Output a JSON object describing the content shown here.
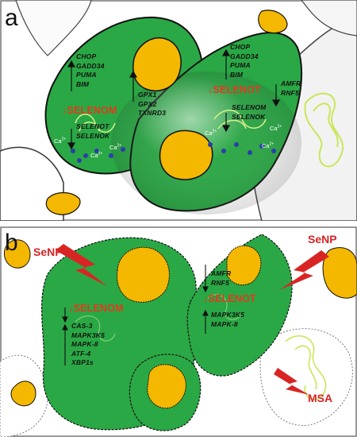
{
  "panel_a": {
    "letter": "a",
    "cell1": {
      "up_genes": [
        "CHOP",
        "GADD34",
        "PUMA",
        "BIM"
      ],
      "selen_label": "SELENOM",
      "down_genes": [
        "SELENOT",
        "SELENOK"
      ],
      "ca_labels": [
        "Ca2+",
        "Ca2+",
        "Ca2+"
      ]
    },
    "middle_genes": [
      "GPX1",
      "GPX2",
      "TXNRD3"
    ],
    "cell2": {
      "up_genes": [
        "CHOP",
        "GADD34",
        "PUMA",
        "BIM"
      ],
      "selen_label": "SELENOT",
      "side_genes": [
        "AMFR",
        "RNF5"
      ],
      "down_genes": [
        "SELENOM",
        "SELENOK"
      ],
      "ca_labels": [
        "Ca2+",
        "Ca2+",
        "Ca2+"
      ]
    }
  },
  "panel_b": {
    "letter": "b",
    "agent_left": "SeNP",
    "agent_right": "SeNP",
    "agent_bottom": "MSA",
    "cell1": {
      "selen_label": "SELENOM",
      "up_genes": [
        "CAS-3",
        "MAPK3K5",
        "MAPK-8",
        "ATF-4",
        "XBP1s"
      ]
    },
    "cell2": {
      "side_genes": [
        "AMFR",
        "RNF5"
      ],
      "selen_label": "SELENOT",
      "up_genes": [
        "MAPK3K5",
        "MAPK-8"
      ]
    }
  },
  "colors": {
    "cell_green": "#2aa845",
    "nucleus_yellow": "#f5b800",
    "selen_red": "#e23a1c",
    "agent_red": "#d92424",
    "er_light": "#c8e65a"
  }
}
